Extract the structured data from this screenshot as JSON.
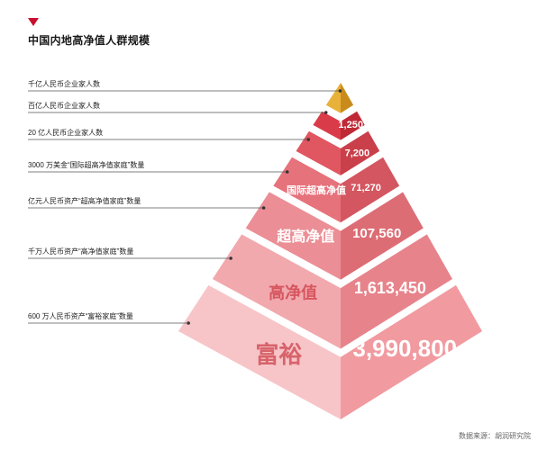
{
  "title": "中国内地高净值人群规模",
  "source": "数据来源：胡润研究院",
  "colors": {
    "accent": "#c8102e",
    "front_light": "#f7c5c8",
    "front_dark": "#d41f2e",
    "right_light": "#f19aa0",
    "right_dark": "#b5121f",
    "apex_front": "#e8b23a",
    "apex_right": "#c98c1c"
  },
  "chart_data": {
    "type": "table",
    "tiers": [
      {
        "label": "千亿人民币企业家人数",
        "tier_name": "",
        "value_text": ""
      },
      {
        "label": "百亿人民币企业家人数",
        "tier_name": "",
        "value_text": "1,250"
      },
      {
        "label": "20 亿人民币企业家人数",
        "tier_name": "",
        "value_text": "7,200"
      },
      {
        "label": "3000 万美金“国际超高净值家庭”数量",
        "tier_name": "国际超高净值",
        "value_text": "71,270"
      },
      {
        "label": "亿元人民币资产“超高净值家庭”数量",
        "tier_name": "超高净值",
        "value_text": "107,560"
      },
      {
        "label": "千万人民币资产“高净值家庭”数量",
        "tier_name": "高净值",
        "value_text": "1,613,450"
      },
      {
        "label": "600 万人民币资产“富裕家庭”数量",
        "tier_name": "富裕",
        "value_text": "3,990,800"
      }
    ]
  }
}
